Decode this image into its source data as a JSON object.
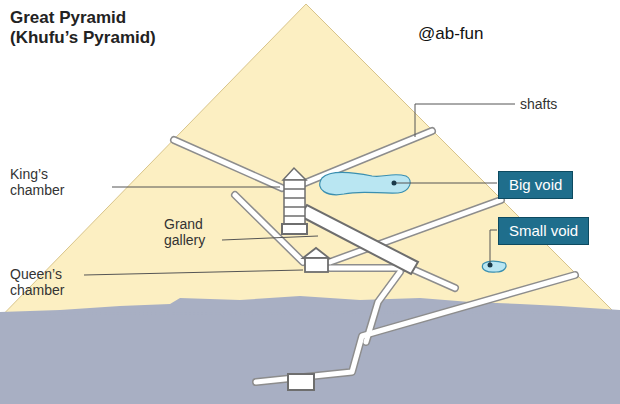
{
  "diagram": {
    "title": "Great Pyramid (Khufu’s Pyramid)",
    "nodes": [
      {
        "text": [
          "Big void"
        ]
      },
      {
        "text": [
          "Small void"
        ]
      }
    ],
    "edges": [],
    "labels": [
      "@ab-fun",
      "shafts",
      "King’s chamber",
      "Grand gallery",
      "Queen’s chamber"
    ]
  }
}
